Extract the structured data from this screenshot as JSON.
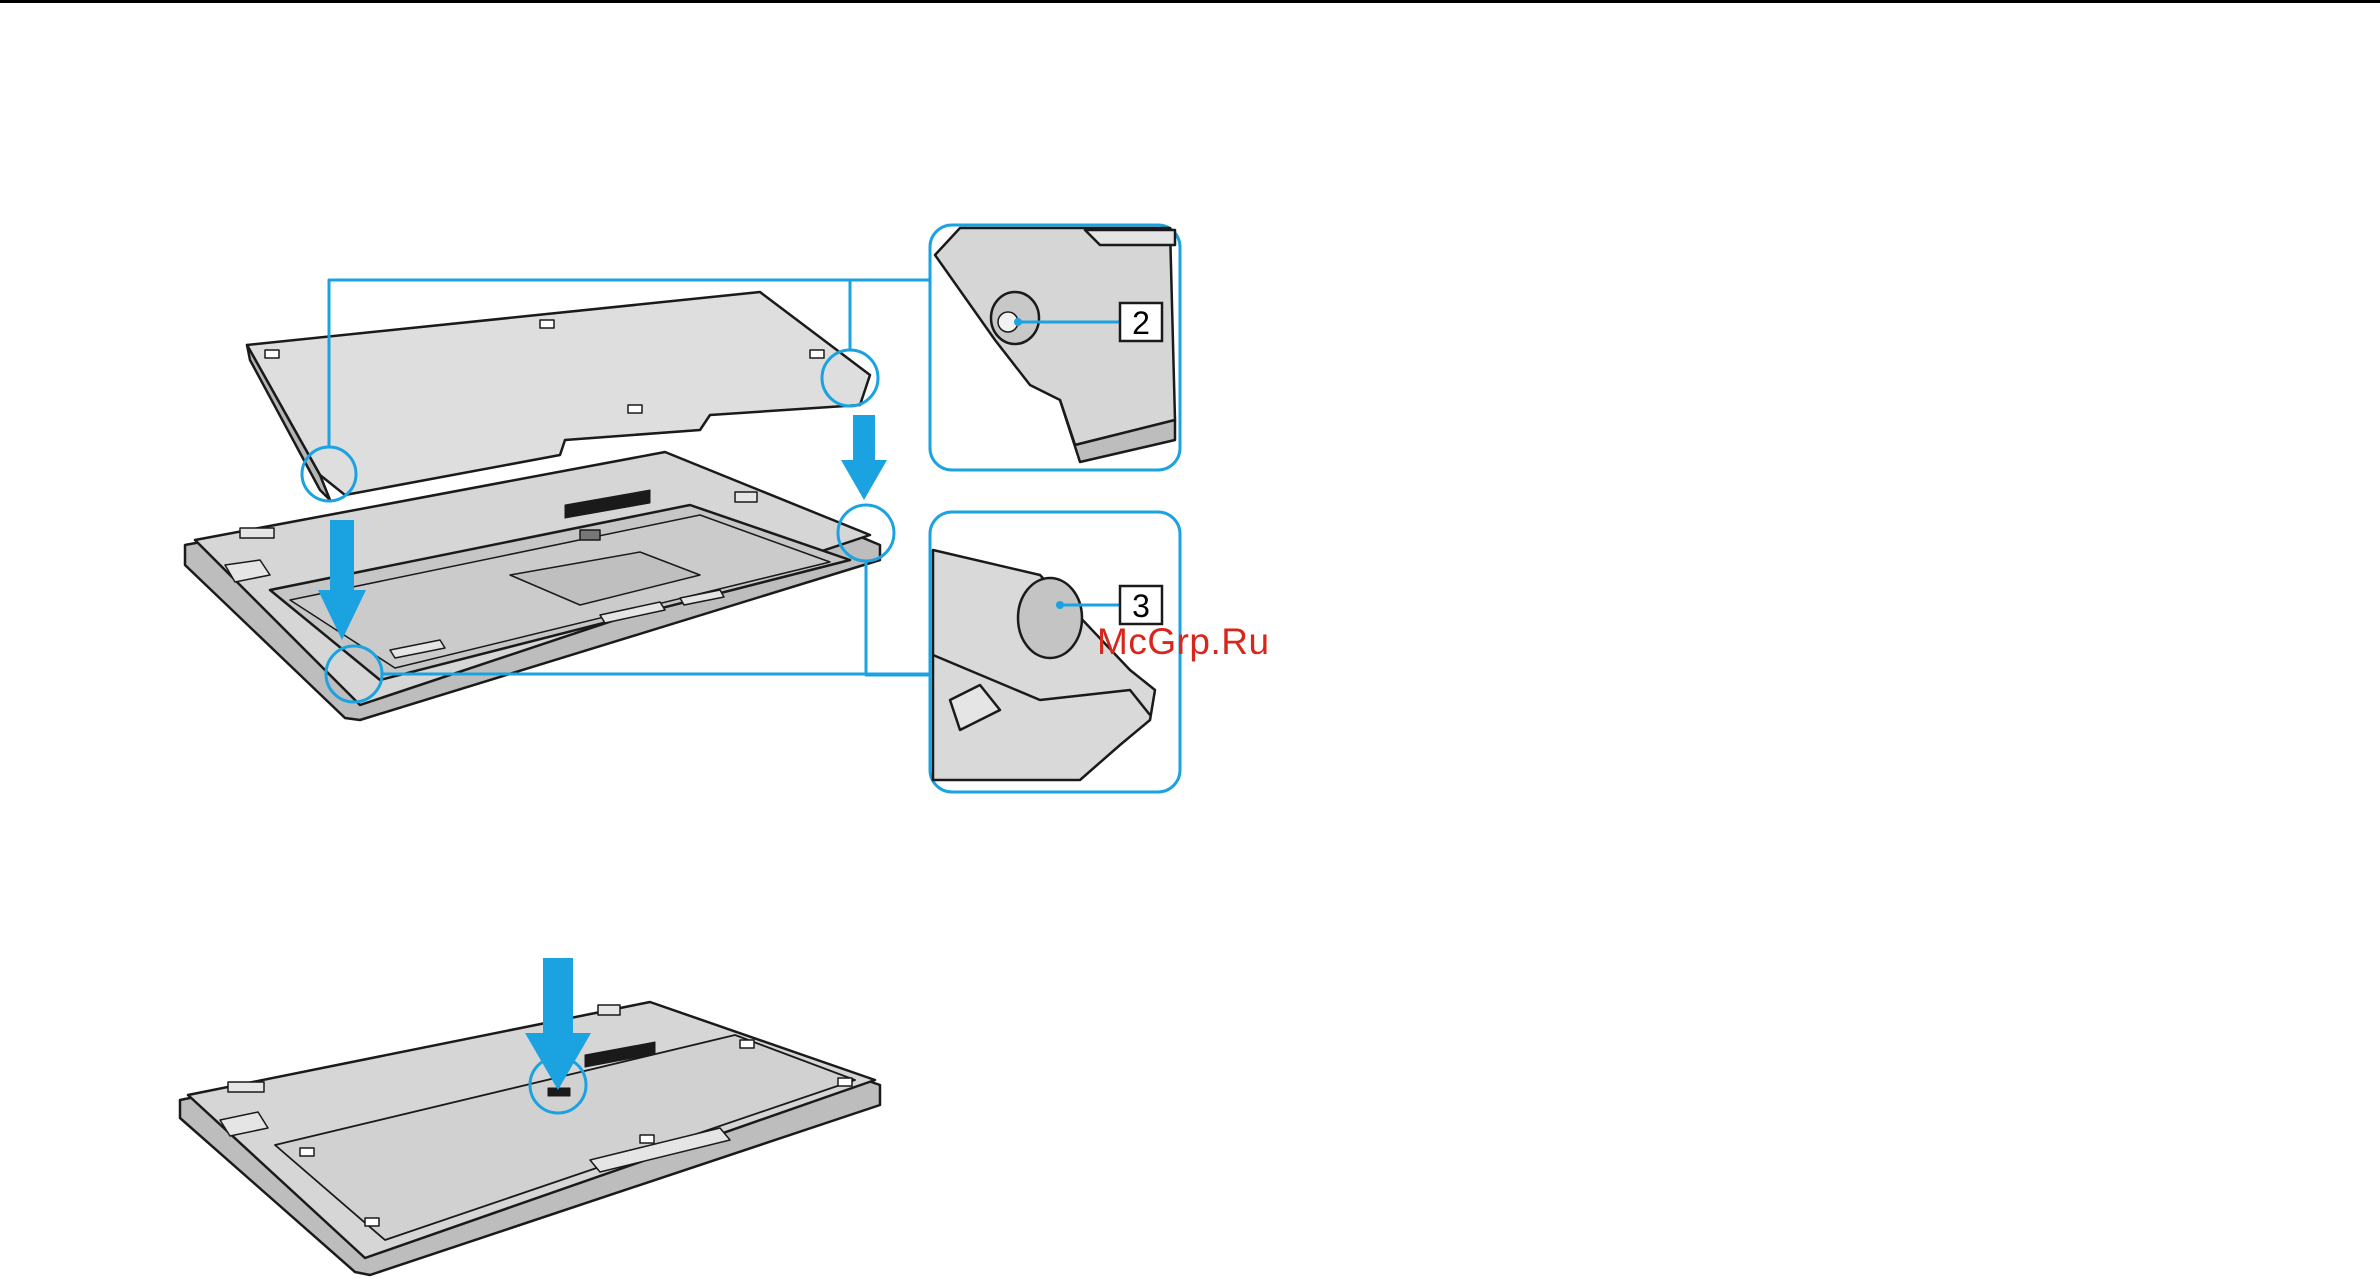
{
  "figure": {
    "callouts": [
      {
        "id": "2",
        "label": "2"
      },
      {
        "id": "3",
        "label": "3"
      }
    ],
    "watermark": "McGrp.Ru",
    "colors": {
      "accent": "#1aa3e0",
      "line": "#1a1a1a",
      "panel": "#cfcfcf",
      "panel_light": "#dedede",
      "watermark": "#d9261c"
    }
  }
}
